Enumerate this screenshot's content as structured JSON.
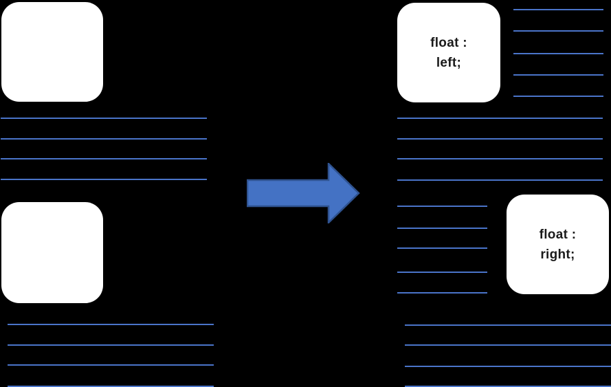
{
  "colors": {
    "background": "#000000",
    "text_line_blue": "#4a74c9",
    "arrow_fill": "#4472c4",
    "arrow_border": "#2f5390",
    "box_fill": "#ffffff",
    "label_text": "#1b1b1b"
  },
  "after": {
    "float_left": {
      "line1": "float :",
      "line2": "left;"
    },
    "float_right": {
      "line1": "float :",
      "line2": "right;"
    }
  }
}
